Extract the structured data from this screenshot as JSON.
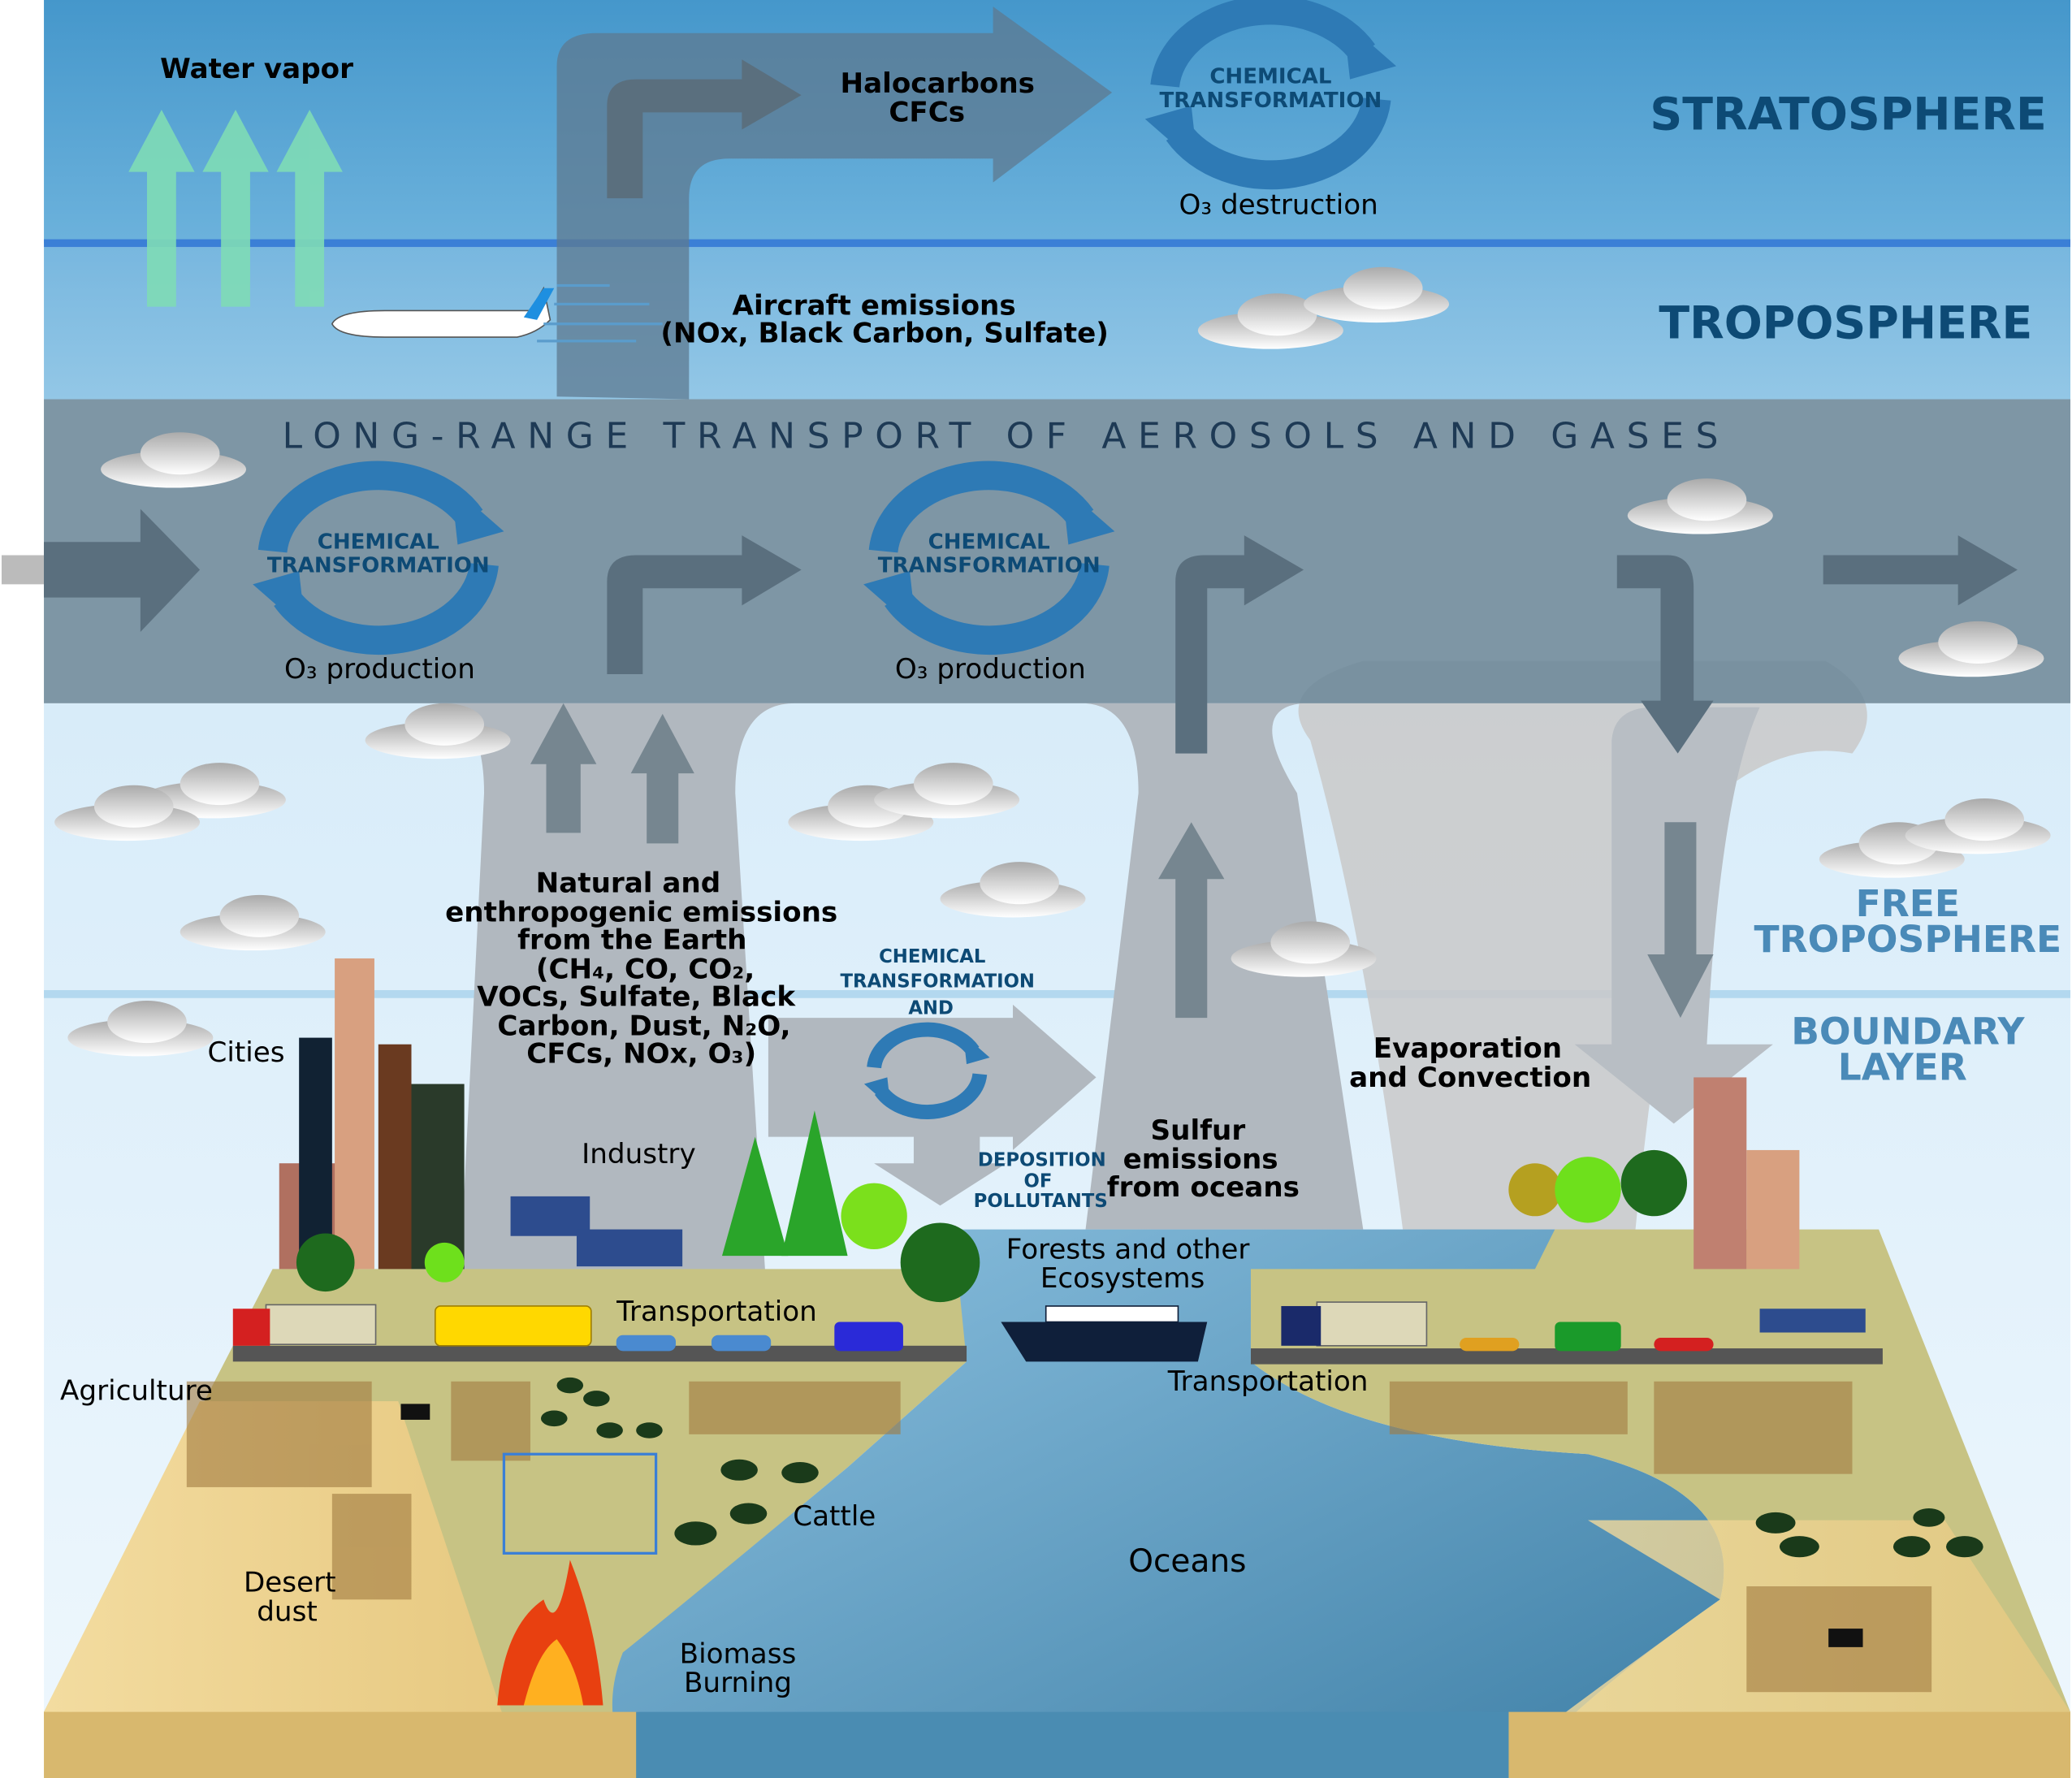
{
  "layers": {
    "stratosphere": "STRATOSPHERE",
    "troposphere": "TROPOSPHERE",
    "free_troposphere": [
      "FREE",
      "TROPOSPHERE"
    ],
    "boundary_layer": [
      "BOUNDARY",
      "LAYER"
    ],
    "long_range": "LONG-RANGE TRANSPORT OF AEROSOLS AND GASES"
  },
  "labels": {
    "water_vapor": "Water vapor",
    "halocarbons": [
      "Halocarbons",
      "CFCs"
    ],
    "o3_destruction": "O₃ destruction",
    "aircraft": [
      "Aircraft emissions",
      "(NOx, Black Carbon, Sulfate)"
    ],
    "o3_production": "O₃ production",
    "chemical_transformation": [
      "CHEMICAL",
      "TRANSFORMATION"
    ],
    "chem_and": [
      "CHEMICAL",
      "TRANSFORMATION",
      "AND"
    ],
    "deposition": [
      "DEPOSITION",
      "OF",
      "POLLUTANTS"
    ],
    "emissions": [
      "Natural and",
      "enthropogenic emissions",
      "from the Earth",
      "(CH₄, CO, CO₂,",
      "VOCs, Sulfate, Black",
      "Carbon, Dust, N₂O,",
      "CFCs, NOx, O₃)"
    ],
    "sulfur": [
      "Sulfur",
      "emissions",
      "from oceans"
    ],
    "evaporation": [
      "Evaporation",
      "and Convection"
    ],
    "cities": "Cities",
    "industry": "Industry",
    "transportation": "Transportation",
    "transportation_right": "Transportation",
    "forests": [
      "Forests and other",
      "Ecosystems"
    ],
    "agriculture": "Agriculture",
    "cattle": "Cattle",
    "oceans": "Oceans",
    "desert": [
      "Desert",
      "dust"
    ],
    "biomass": [
      "Biomass",
      "Burning"
    ]
  },
  "colors": {
    "stratosphere": "#4a9fd0",
    "troposphere": "#8ec3e4",
    "transport_band": "#6f8d9e",
    "cycle_arrow": "#2e7ab5",
    "ocean": "#5a9dc6",
    "land": "#c9b77a"
  }
}
